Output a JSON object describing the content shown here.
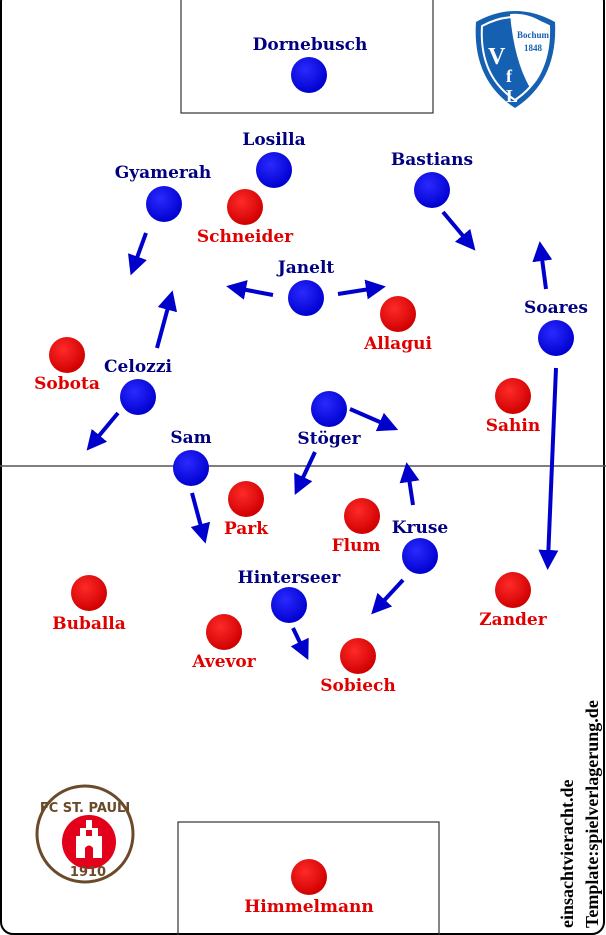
{
  "colors": {
    "home": "#0000ee",
    "away": "#ee0000",
    "home_label": "#000080",
    "away_label": "#e00000"
  },
  "home_team": {
    "logo_text": [
      "VfL",
      "Bochum",
      "1848"
    ],
    "players": [
      "Dornebusch",
      "Losilla",
      "Gyamerah",
      "Bastians",
      "Janelt",
      "Soares",
      "Celozzi",
      "Stöger",
      "Sam",
      "Kruse",
      "Hinterseer"
    ]
  },
  "away_team": {
    "logo_text": [
      "FC ST. PAULI",
      "1910"
    ],
    "players": [
      "Schneider",
      "Allagui",
      "Sobota",
      "Sahin",
      "Park",
      "Flum",
      "Buballa",
      "Zander",
      "Avevor",
      "Sobiech",
      "Himmelmann"
    ]
  },
  "credits": {
    "line1": "einsachtvieracht.de",
    "line2": "Template:spielverlagerung.de"
  }
}
